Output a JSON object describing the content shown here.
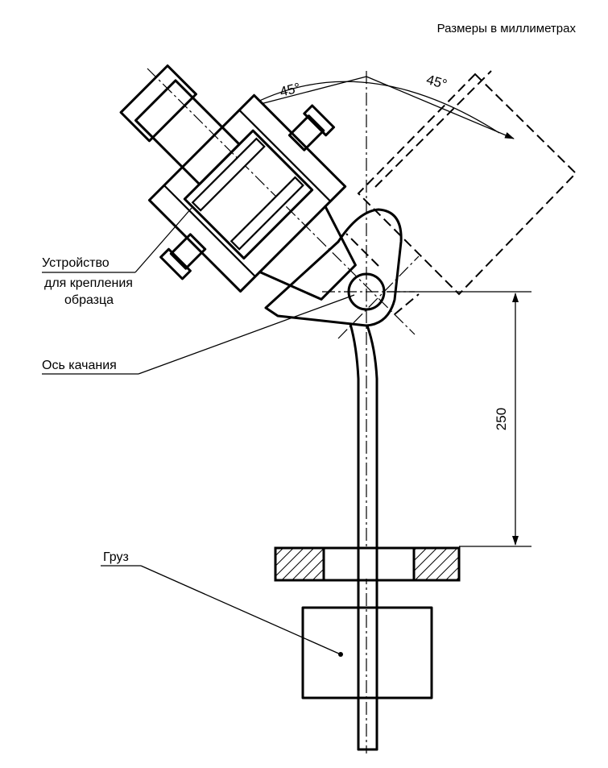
{
  "header": {
    "units_note": "Размеры в миллиметрах"
  },
  "labels": {
    "clamp_device_line1": "Устройство",
    "clamp_device_line2": "для крепления",
    "clamp_device_line3": "образца",
    "pivot_axis": "Ось качания",
    "weight": "Груз"
  },
  "dimensions": {
    "angle_left": "45°",
    "angle_right": "45°",
    "length": "250"
  }
}
